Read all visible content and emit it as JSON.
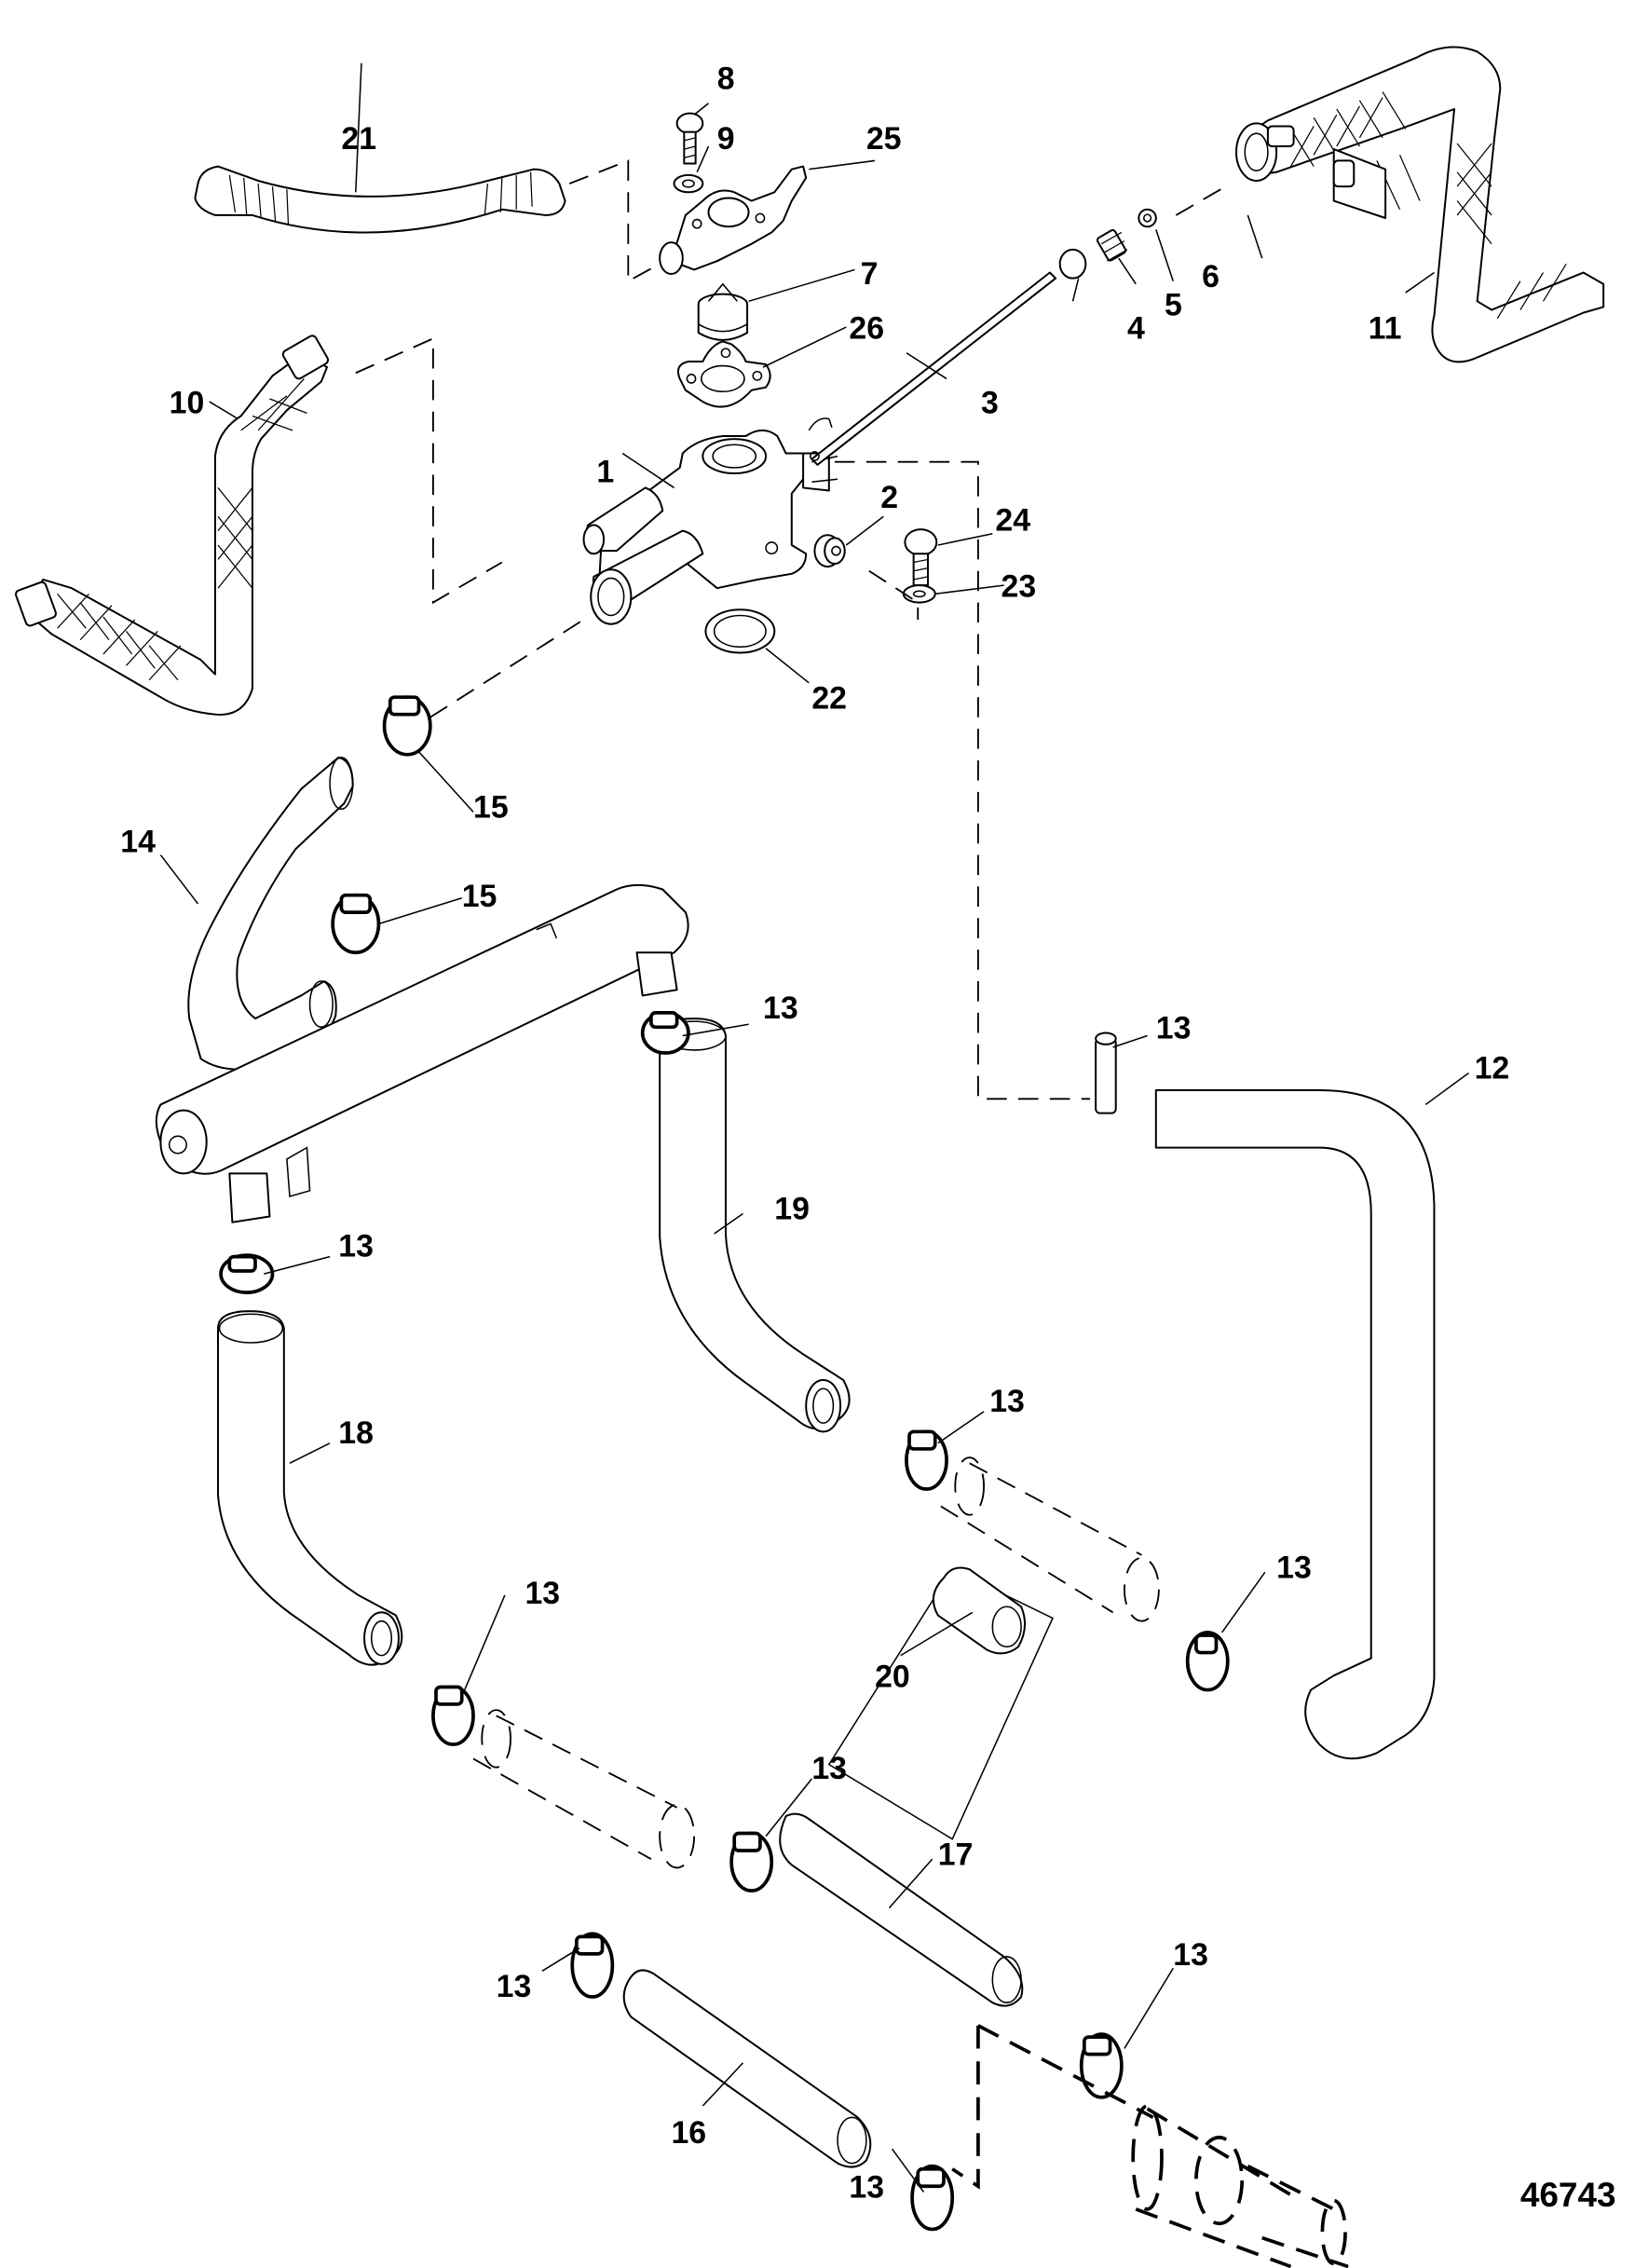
{
  "figure": {
    "id_label": "46743",
    "background": "#ffffff",
    "ink": "#000000"
  },
  "callouts": {
    "c1": "1",
    "c2": "2",
    "c3": "3",
    "c4": "4",
    "c5": "5",
    "c6": "6",
    "c7": "7",
    "c8": "8",
    "c9": "9",
    "c10": "10",
    "c11": "11",
    "c12": "12",
    "c13": "13",
    "c14": "14",
    "c15": "15",
    "c16": "16",
    "c17": "17",
    "c18": "18",
    "c19": "19",
    "c20": "20",
    "c21": "21",
    "c22": "22",
    "c23": "23",
    "c24": "24",
    "c25": "25",
    "c26": "26"
  },
  "parts": [
    {
      "ref": "1",
      "name": "thermostat-housing"
    },
    {
      "ref": "2",
      "name": "plug"
    },
    {
      "ref": "3",
      "name": "rod"
    },
    {
      "ref": "4",
      "name": "ball"
    },
    {
      "ref": "5",
      "name": "spring"
    },
    {
      "ref": "6",
      "name": "fitting"
    },
    {
      "ref": "7",
      "name": "thermostat"
    },
    {
      "ref": "8",
      "name": "screw"
    },
    {
      "ref": "9",
      "name": "washer"
    },
    {
      "ref": "10",
      "name": "hose"
    },
    {
      "ref": "11",
      "name": "hose"
    },
    {
      "ref": "12",
      "name": "hose"
    },
    {
      "ref": "13",
      "name": "hose-clamp"
    },
    {
      "ref": "14",
      "name": "hose"
    },
    {
      "ref": "15",
      "name": "hose-clamp"
    },
    {
      "ref": "16",
      "name": "hose"
    },
    {
      "ref": "17",
      "name": "hose"
    },
    {
      "ref": "18",
      "name": "hose"
    },
    {
      "ref": "19",
      "name": "hose"
    },
    {
      "ref": "20",
      "name": "coupler"
    },
    {
      "ref": "21",
      "name": "hose"
    },
    {
      "ref": "22",
      "name": "seal"
    },
    {
      "ref": "23",
      "name": "washer"
    },
    {
      "ref": "24",
      "name": "screw"
    },
    {
      "ref": "25",
      "name": "thermostat-cover"
    },
    {
      "ref": "26",
      "name": "gasket"
    }
  ]
}
